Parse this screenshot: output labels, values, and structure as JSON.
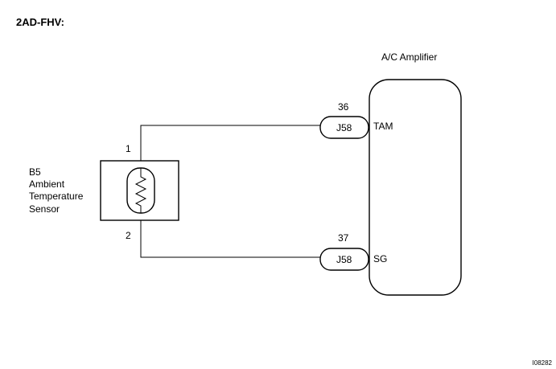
{
  "header": {
    "variant": "2AD-FHV:"
  },
  "sensor": {
    "code": "B5",
    "name_line1": "Ambient",
    "name_line2": "Temperature",
    "name_line3": "Sensor",
    "pin_top": "1",
    "pin_bottom": "2"
  },
  "amplifier": {
    "title": "A/C Amplifier",
    "terminal_top": "TAM",
    "terminal_bottom": "SG"
  },
  "connectors": [
    {
      "pin": "36",
      "code": "J58"
    },
    {
      "pin": "37",
      "code": "J58"
    }
  ],
  "figure_code": "I08282",
  "colors": {
    "line": "#000000",
    "background": "#ffffff"
  }
}
